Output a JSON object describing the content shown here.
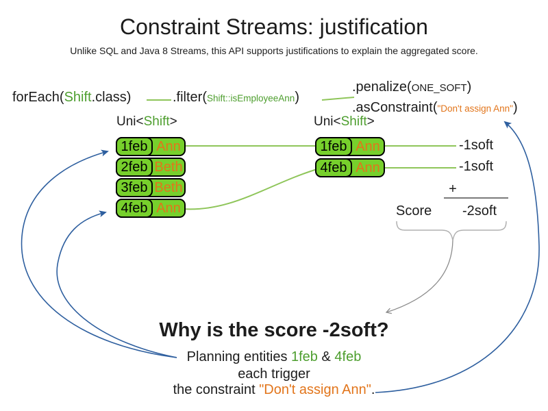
{
  "title": "Constraint Streams: justification",
  "subtitle": "Unlike SQL and Java 8 Streams, this API supports justifications to explain the aggregated score.",
  "code": {
    "foreach_pre": "forEach(",
    "foreach_class": "Shift",
    "foreach_post": ".class)",
    "filter_pre": ".filter(",
    "filter_arg": "Shift::isEmployeeAnn",
    "filter_post": ")",
    "penalize_pre": ".penalize(",
    "penalize_arg": "ONE_SOFT",
    "penalize_post": ")",
    "asconstraint_pre": ".asConstraint(",
    "asconstraint_arg": "\"Don't assign Ann\"",
    "asconstraint_post": ")"
  },
  "streams": {
    "left": {
      "label_pre": "Uni<",
      "label_type": "Shift",
      "label_post": ">",
      "rows": [
        {
          "date": "1feb",
          "name": "Ann"
        },
        {
          "date": "2feb",
          "name": "Beth"
        },
        {
          "date": "3feb",
          "name": "Beth"
        },
        {
          "date": "4feb",
          "name": "Ann"
        }
      ]
    },
    "right": {
      "label_pre": "Uni<",
      "label_type": "Shift",
      "label_post": ">",
      "rows": [
        {
          "date": "1feb",
          "name": "Ann"
        },
        {
          "date": "4feb",
          "name": "Ann"
        }
      ]
    }
  },
  "score_panel": {
    "penalties": [
      "-1soft",
      "-1soft"
    ],
    "plus_sign": "+",
    "score_label": "Score",
    "total": "-2soft"
  },
  "explanation": {
    "heading": "Why is the score -2soft?",
    "line1_pre": "Planning entities ",
    "line1_entity1": "1feb",
    "line1_amp": " & ",
    "line1_entity2": "4feb",
    "line2": "each trigger",
    "line3_pre": "the constraint ",
    "line3_constraint": "\"Don't assign Ann\"",
    "line3_post": "."
  },
  "colors": {
    "box_green": "#77d02c",
    "line_green": "#8ec559",
    "text_green": "#4d9e2e",
    "orange": "#e2751b",
    "blue": "#2e5f9f",
    "gray": "#8c8c8c",
    "text": "#1c1c1c"
  }
}
